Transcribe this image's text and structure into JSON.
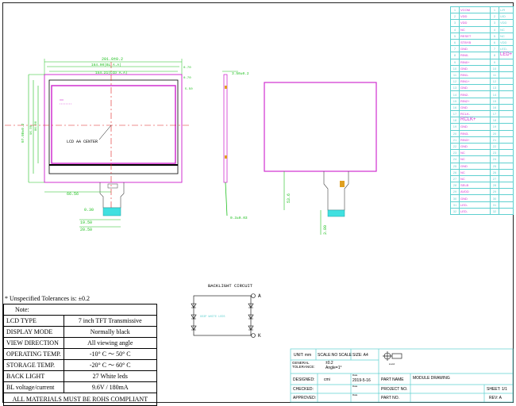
{
  "drawing": {
    "front_view": {
      "dim_top_overall": "201.0±0.2",
      "dim_top_2": "164.90(BL A.A)",
      "dim_top_3": "154.21(LCD A.A)",
      "dim_left": "97.00±0.2",
      "aa_center_label": "LCD AA CENTER",
      "dim_fpc_offset": "66.56",
      "dim_fpc_a": "0.30",
      "dim_fpc_b": "19.50",
      "dim_fpc_c": "20.50"
    },
    "side_view": {
      "dim_top": "3.50±0.2",
      "dim_bottom": "0.3±0.03"
    },
    "back_view": {
      "dim_fpc": "53.6",
      "dim_fpc_b": "3.80"
    },
    "backlight": {
      "title": "BACKLIGHT  CIRCUIT",
      "anode": "A",
      "cathode": "K",
      "led_note": "9S3P WHITE LEDS"
    }
  },
  "pin_table": {
    "rows": [
      {
        "n": "1",
        "s": "VCOM",
        "d": "L/R"
      },
      {
        "n": "2",
        "s": "VDD",
        "d": "U/D"
      },
      {
        "n": "3",
        "s": "VDD",
        "d": "VDD"
      },
      {
        "n": "4",
        "s": "NC",
        "d": "NC"
      },
      {
        "n": "5",
        "s": "RESET",
        "d": "NC"
      },
      {
        "n": "6",
        "s": "STBYB",
        "d": "VDD"
      },
      {
        "n": "7",
        "s": "GND",
        "d": "LED-"
      },
      {
        "n": "8",
        "s": "RIN0-",
        "d": "LED+",
        "d_big": true
      },
      {
        "n": "9",
        "s": "RIN0+",
        "d": ""
      },
      {
        "n": "10",
        "s": "GND",
        "d": ""
      },
      {
        "n": "11",
        "s": "RIN1-",
        "d": ""
      },
      {
        "n": "12",
        "s": "RIN1+",
        "d": ""
      },
      {
        "n": "13",
        "s": "GND",
        "d": ""
      },
      {
        "n": "14",
        "s": "RIN2-",
        "d": ""
      },
      {
        "n": "15",
        "s": "RIN2+",
        "d": ""
      },
      {
        "n": "16",
        "s": "GND",
        "d": ""
      },
      {
        "n": "17",
        "s": "RCLK-",
        "d": ""
      },
      {
        "n": "18",
        "s": "RCLK+",
        "d": "",
        "s_big": true
      },
      {
        "n": "19",
        "s": "GND",
        "d": ""
      },
      {
        "n": "20",
        "s": "RIN3-",
        "d": ""
      },
      {
        "n": "21",
        "s": "RIN3+",
        "d": ""
      },
      {
        "n": "22",
        "s": "GND",
        "d": ""
      },
      {
        "n": "23",
        "s": "NC",
        "d": ""
      },
      {
        "n": "24",
        "s": "NC",
        "d": ""
      },
      {
        "n": "25",
        "s": "GND",
        "d": ""
      },
      {
        "n": "26",
        "s": "NC",
        "d": ""
      },
      {
        "n": "27",
        "s": "NC",
        "d": ""
      },
      {
        "n": "28",
        "s": "SELB",
        "d": ""
      },
      {
        "n": "29",
        "s": "AVDD",
        "d": ""
      },
      {
        "n": "30",
        "s": "GND",
        "d": ""
      },
      {
        "n": "31",
        "s": "LED-",
        "d": ""
      },
      {
        "n": "32",
        "s": "LED-",
        "d": ""
      }
    ]
  },
  "notes": {
    "tolerance": "* Unspecified Tolerances is: ±0.2",
    "header": "Note:",
    "rows": [
      {
        "k": "LCD TYPE",
        "v": "7 inch TFT Transmissive"
      },
      {
        "k": "DISPLAY MODE",
        "v": "Normally black"
      },
      {
        "k": "VIEW DIRECTION",
        "v": "All viewing angle"
      },
      {
        "k": "OPERATING TEMP.",
        "v": "-10° C ～ 50° C"
      },
      {
        "k": "STORAGE TEMP.",
        "v": "-20° C ～ 60° C"
      },
      {
        "k": "BACK LIGHT",
        "v": "27 White leds"
      },
      {
        "k": "BL voltage/current",
        "v": "9.6V / 180mA"
      }
    ],
    "footer": "ALL MATERIALS MUST BE ROHS COMPLIANT"
  },
  "title_block": {
    "unit": "UNIT: mm",
    "scale": "SCALE:NO SCALE",
    "size": "SIZE: A4",
    "general_tol_label": "GENERAL TOLERANCE:",
    "general_tol_value": "±0.2",
    "angle": "Angle=1°",
    "designed": "DESIGNED:",
    "designer": "cmi",
    "date_label": "Date",
    "date": "2019-5-16",
    "checked": "CHECKED:",
    "approved": "APPROVED:",
    "part_name_label": "PART NAME",
    "part_name": "MODULE DRAWING",
    "project_no": "PROJECT NO.",
    "part_no": "PART NO.",
    "sheet": "SHEET: 1/1",
    "rev": "REV: A"
  },
  "colors": {
    "outline": "#d030d0",
    "dimension": "#20c020",
    "center": "#e02020",
    "table": "#5fd0d0"
  }
}
